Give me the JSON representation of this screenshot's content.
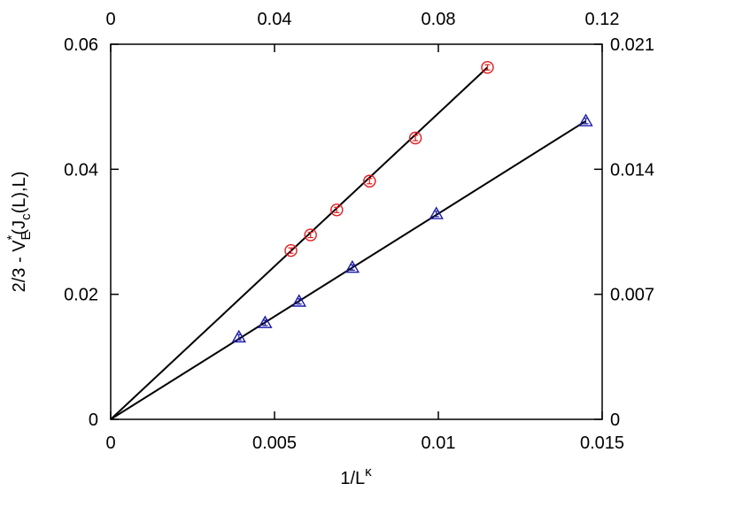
{
  "chart_data": {
    "type": "scatter",
    "xlabel": {
      "base": "1/L",
      "sup": "κ"
    },
    "ylabel": {
      "p1": "2/3 - V",
      "sub1": "E",
      "sup1": "*",
      "p2": "(J",
      "sub2": "c",
      "p3": "(L),L)"
    },
    "x_bottom": {
      "range": [
        0,
        0.015
      ],
      "ticks": [
        "0",
        "0.005",
        "0.01",
        "0.015"
      ]
    },
    "x_top": {
      "range": [
        0,
        0.12
      ],
      "ticks": [
        "0",
        "0.04",
        "0.08",
        "0.12"
      ]
    },
    "y_left": {
      "range": [
        0,
        0.06
      ],
      "ticks": [
        "0",
        "0.02",
        "0.04",
        "0.06"
      ]
    },
    "y_right": {
      "range": [
        0,
        0.021
      ],
      "ticks": [
        "0",
        "0.007",
        "0.014",
        "0.021"
      ]
    },
    "grid": false,
    "series": [
      {
        "marker": "circle",
        "color": "#e41a1c",
        "axes": "bottom-left",
        "x": [
          0.0115,
          0.0093,
          0.0079,
          0.0069,
          0.0061,
          0.0055
        ],
        "y": [
          0.0563,
          0.045,
          0.0381,
          0.0335,
          0.0295,
          0.027
        ],
        "fit": {
          "x": [
            0,
            0.0115
          ],
          "y": [
            0,
            0.0563
          ]
        }
      },
      {
        "marker": "triangle",
        "color": "#1a1aa8",
        "axes": "top-right",
        "x": [
          0.116,
          0.0795,
          0.059,
          0.046,
          0.0377,
          0.0313
        ],
        "y": [
          0.0167,
          0.0115,
          0.0085,
          0.0066,
          0.0054,
          0.0046
        ],
        "fit": {
          "x": [
            0,
            0.116
          ],
          "y": [
            0,
            0.0167
          ]
        }
      }
    ]
  }
}
